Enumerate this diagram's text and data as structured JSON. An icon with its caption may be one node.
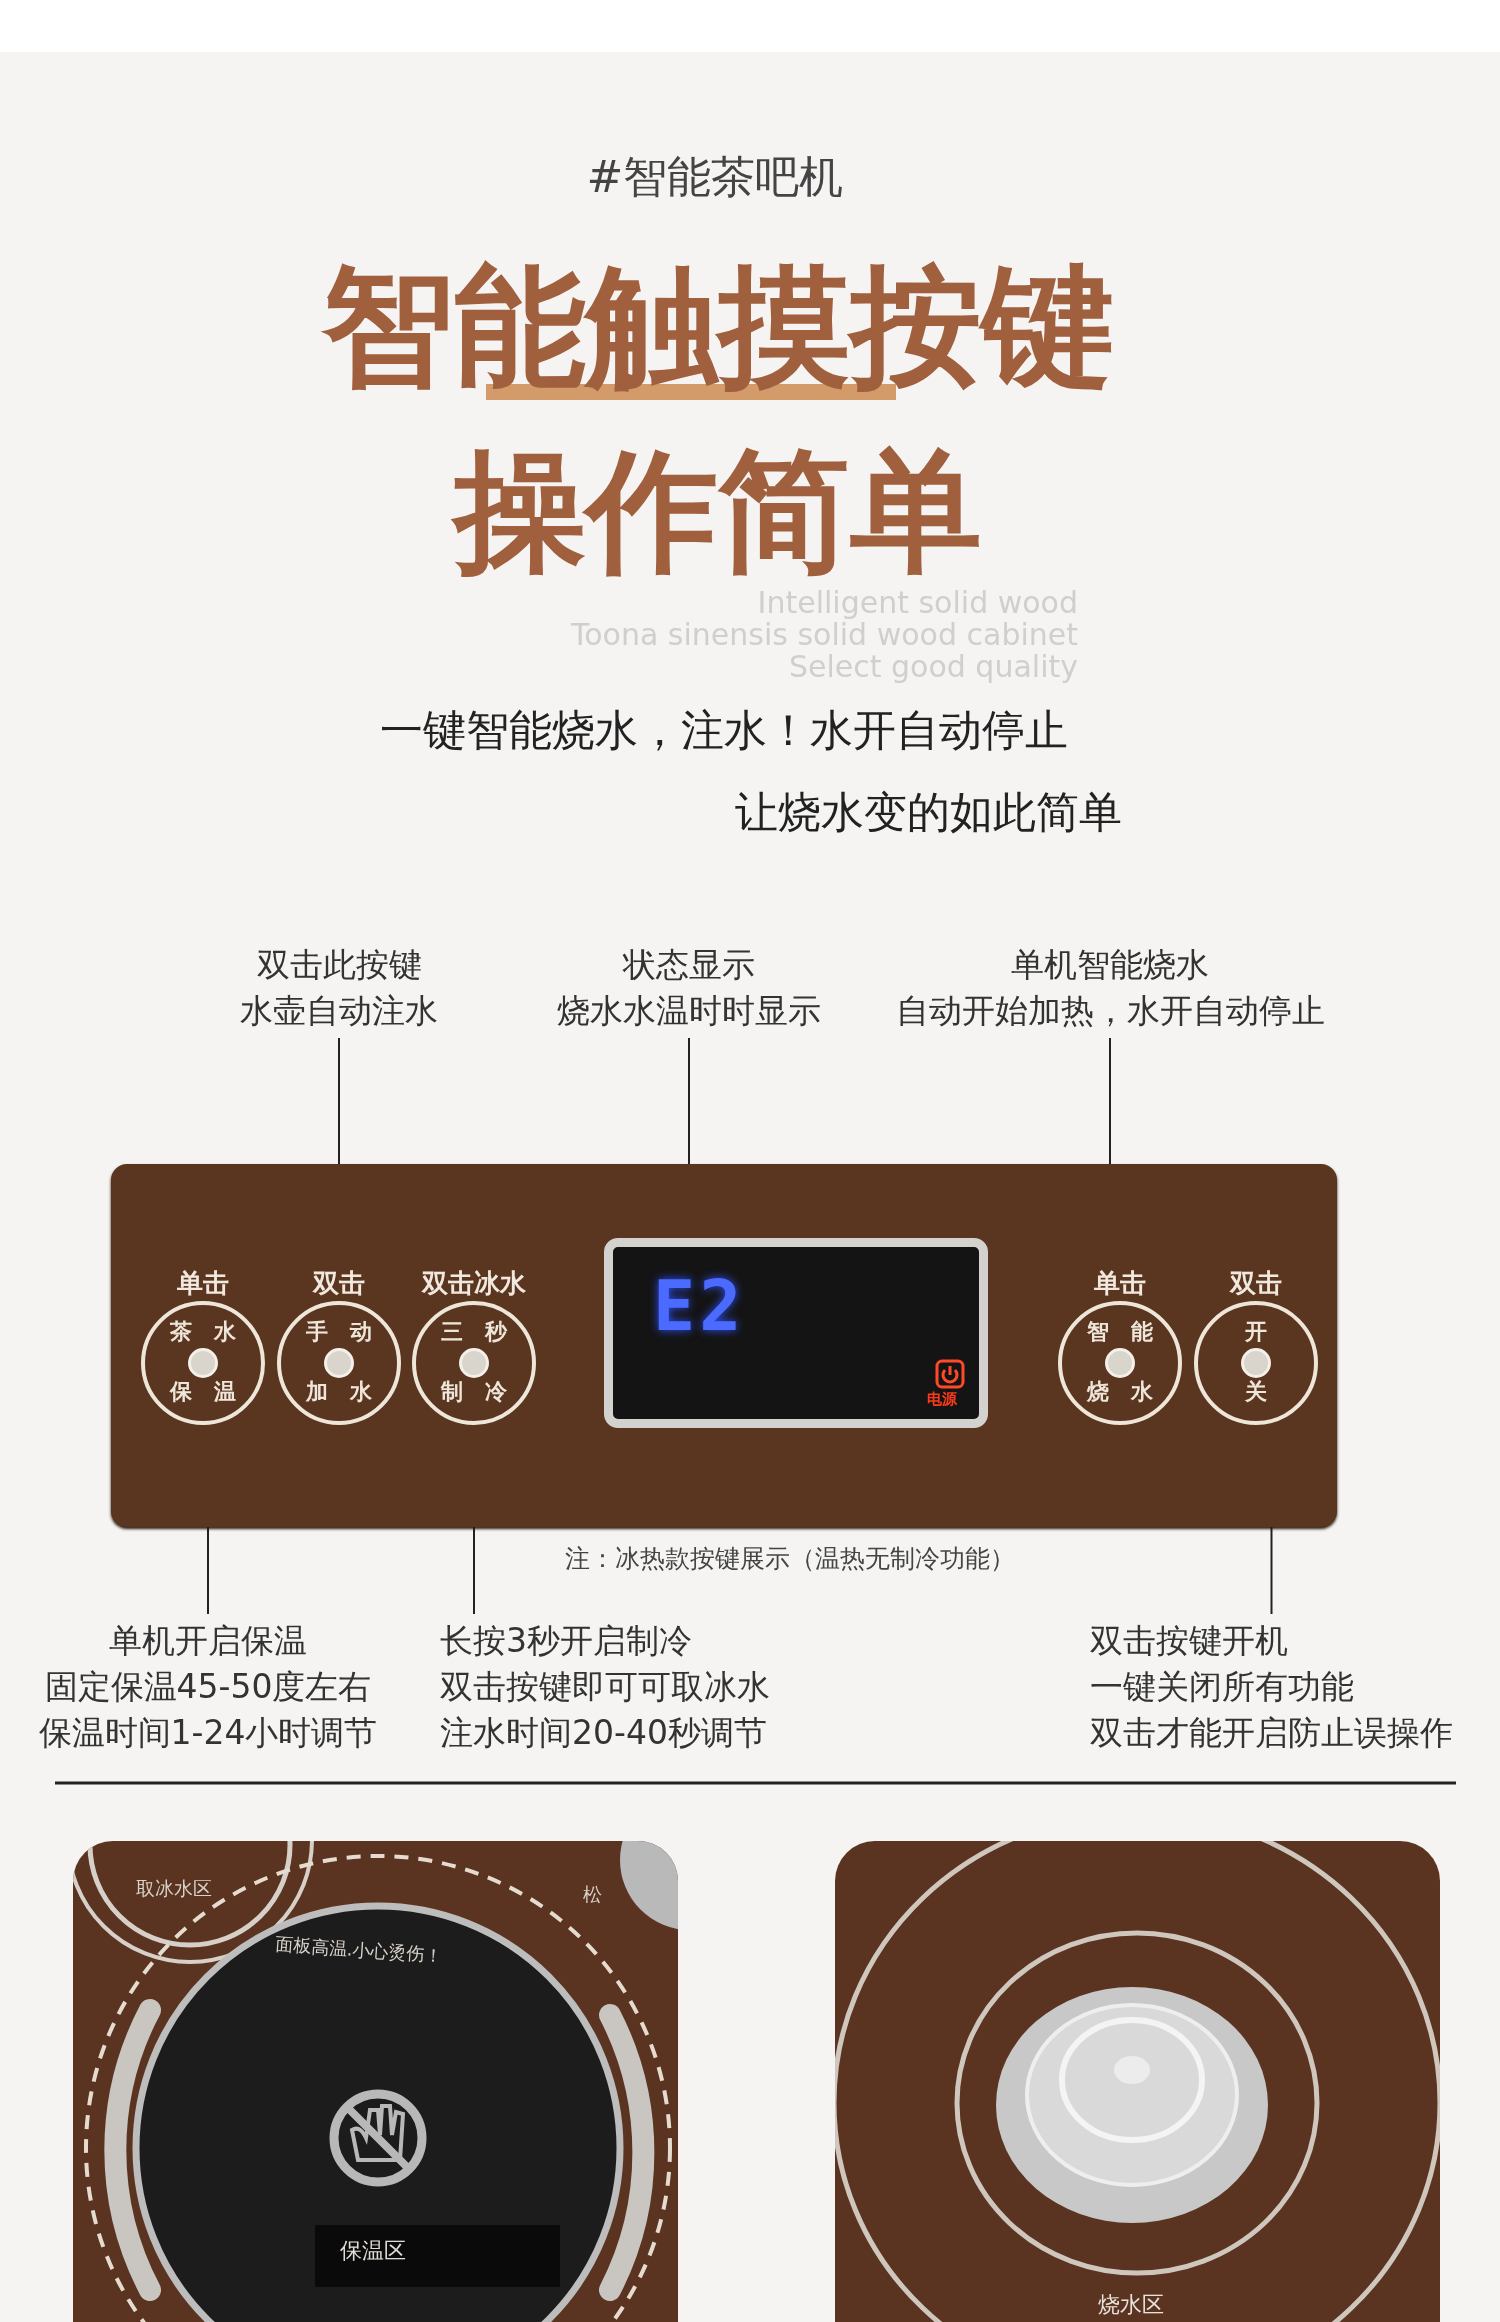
{
  "diagram": {
    "title": "智能触摸按键操作简单",
    "nodes": [
      {
        "text": [
          "双击此按键",
          "水壶自动注水"
        ]
      },
      {
        "text": [
          "状态显示",
          "烧水水温时时显示"
        ]
      },
      {
        "text": [
          "单机智能烧水",
          "自动开始加热，水开自动停止"
        ]
      },
      {
        "text": [],
        "shape": "box"
      },
      {
        "text": [
          "单击",
          "茶水",
          "保温"
        ],
        "in": 3
      },
      {
        "text": [
          "双击",
          "手动",
          "加水"
        ],
        "in": 3
      },
      {
        "text": [
          "双击冰水",
          "三秒",
          "制冷"
        ],
        "in": 3
      },
      {
        "text": [
          "E2",
          "电源"
        ],
        "in": 3
      },
      {
        "text": [
          "单击",
          "智能",
          "烧水"
        ],
        "in": 3
      },
      {
        "text": [
          "双击",
          "开",
          "关"
        ],
        "in": 3
      },
      {
        "text": [
          "单机开启保温",
          "固定保温45-50度左右",
          "保温时间1-24小时调节"
        ]
      },
      {
        "text": [
          "长按3秒开启制冷",
          "双击按键即可可取冰水",
          "注水时间20-40秒调节"
        ]
      },
      {
        "text": [
          "双击按键开机",
          "一键关闭所有功能",
          "双击才能开启防止误操作"
        ]
      }
    ],
    "edges": [
      {
        "from": 0,
        "to": 5,
        "arrow": "none"
      },
      {
        "from": 1,
        "to": 7,
        "arrow": "none"
      },
      {
        "from": 2,
        "to": 8,
        "arrow": "none"
      },
      {
        "from": 10,
        "to": 4,
        "arrow": "none"
      },
      {
        "from": 11,
        "to": 6,
        "arrow": "none"
      },
      {
        "from": 12,
        "to": 9,
        "arrow": "none"
      }
    ],
    "labels": [
      "#智能茶吧机",
      "Intelligent solid wood",
      "Toona sinensis solid wood cabinet",
      "Select good quality",
      "一键智能烧水，注水！水开自动停止",
      "让烧水变的如此简单",
      "注：冰热款按键展示（温热无制冷功能）",
      "取冰水区",
      "松",
      "面板高温.小心烫伤！",
      "保温区",
      "烧水区"
    ]
  }
}
